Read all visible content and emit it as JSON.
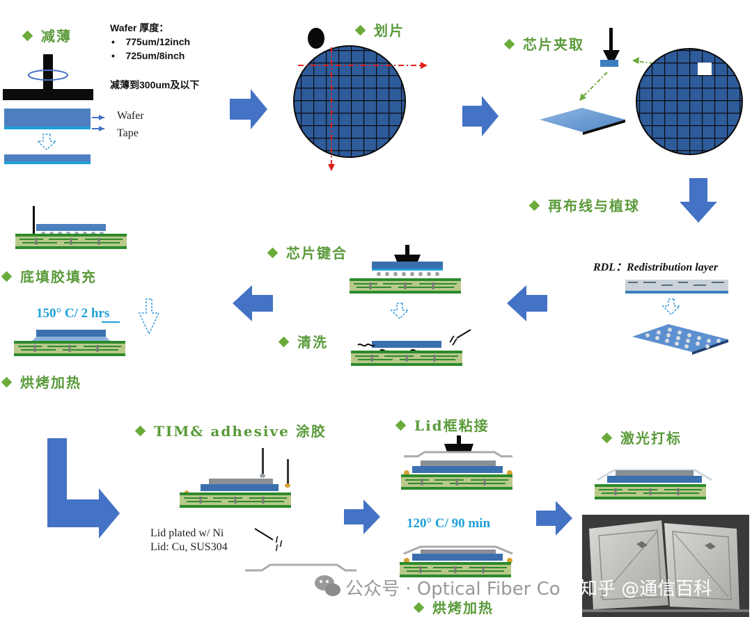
{
  "steps": {
    "thin": "减薄",
    "dice": "划片",
    "pick": "芯片夹取",
    "rdl_bump": "再布线与植球",
    "bond": "芯片键合",
    "underfill": "底填胶填充",
    "clean": "清洗",
    "bake1": "烘烤加热",
    "tim": "TIM& adhesive 涂胶",
    "lid": "Lid框粘接",
    "laser": "激光打标",
    "bake2": "烘烤加热"
  },
  "wafer_info": {
    "title": "Wafer 厚度：",
    "items": [
      "775um/12inch",
      "725um/8inch"
    ],
    "note": "减薄到300um及以下",
    "bullet": "•"
  },
  "layer_labels": {
    "wafer": "Wafer",
    "tape": "Tape"
  },
  "rdl_text": "RDL：Redistribution layer",
  "temps": {
    "underfill_cure": "150° C/ 2 hrs",
    "lid_cure": "120° C/ 90 min"
  },
  "lid_info": [
    "Lid plated w/ Ni",
    "Lid: Cu, SUS304"
  ],
  "watermark": {
    "wechat": "公众号 · Optical Fiber Co",
    "zhihu": "知乎 @通信百科"
  },
  "colors": {
    "step_label": "#5a9a3a",
    "arrow_blue": "#4472c4",
    "wafer_blue": "#2e5b9a",
    "grid_line": "#0a0a0a",
    "temp_text": "#1ea0d8",
    "dash_red": "#e0201a",
    "dash_green": "#6aab3a"
  }
}
